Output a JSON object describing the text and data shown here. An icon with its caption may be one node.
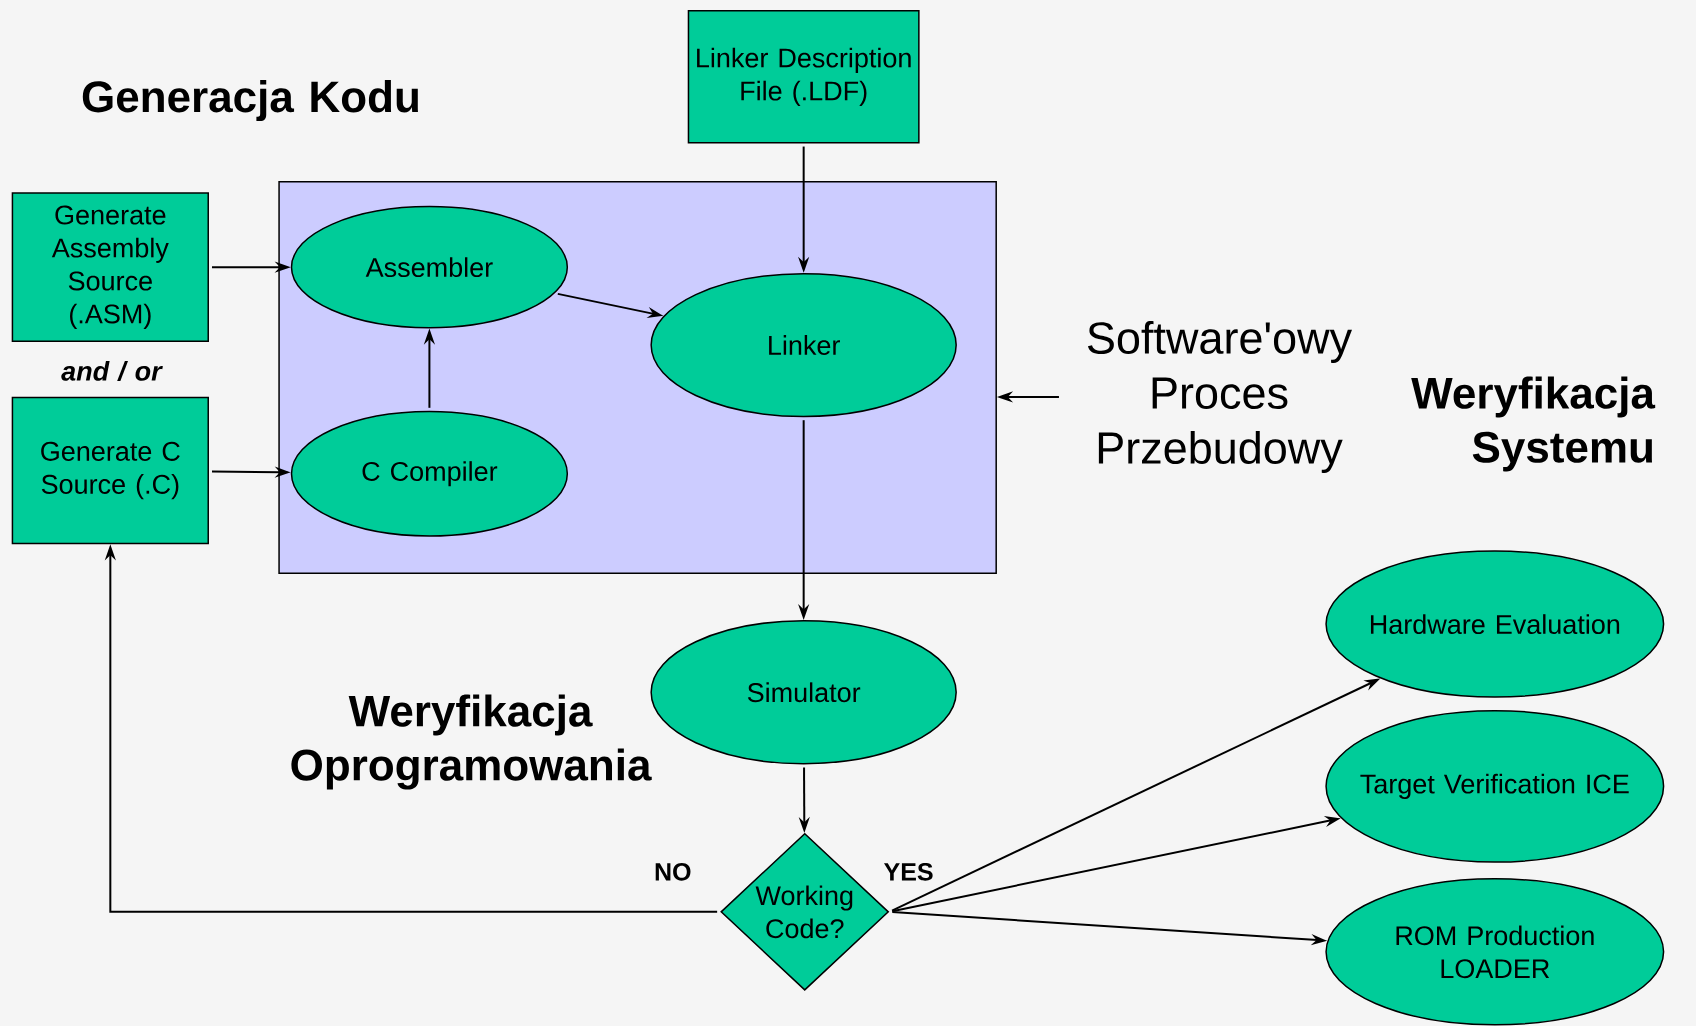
{
  "diagram": {
    "nodes": [
      {
        "text": [
          "Linker Description File (.LDF)"
        ]
      },
      {
        "text": [
          "Generate Assembly Source (.ASM)"
        ]
      },
      {
        "text": [
          "Generate C Source (.C)"
        ]
      },
      {
        "text": [],
        "shape": "box"
      },
      {
        "text": [
          "Assembler"
        ],
        "in": 3
      },
      {
        "text": [
          "C Compiler"
        ],
        "in": 3
      },
      {
        "text": [
          "Linker"
        ],
        "in": 3
      },
      {
        "text": [
          "Software'owy Proces Przebudowy"
        ]
      },
      {
        "text": [
          "Simulator"
        ]
      },
      {
        "text": [
          "Working Code?"
        ]
      },
      {
        "text": [
          "Hardware Evaluation"
        ]
      },
      {
        "text": [
          "Target Verification ICE"
        ]
      },
      {
        "text": [
          "ROM Production LOADER"
        ]
      }
    ],
    "edges": [
      {
        "from": 0,
        "to": 6,
        "arrow": "to"
      },
      {
        "from": 1,
        "to": 4,
        "arrow": "to"
      },
      {
        "from": 2,
        "to": 5,
        "arrow": "to"
      },
      {
        "from": 5,
        "to": 4,
        "arrow": "to"
      },
      {
        "from": 4,
        "to": 6,
        "arrow": "to"
      },
      {
        "from": 7,
        "to": 3,
        "arrow": "to"
      },
      {
        "from": 6,
        "to": 8,
        "arrow": "to"
      },
      {
        "from": 8,
        "to": 9,
        "arrow": "to"
      },
      {
        "from": 9,
        "to": 2,
        "arrow": "to",
        "label": "NO"
      },
      {
        "from": 9,
        "to": 10,
        "arrow": "to",
        "label": "YES"
      },
      {
        "from": 9,
        "to": 11,
        "arrow": "to"
      },
      {
        "from": 9,
        "to": 12,
        "arrow": "to"
      }
    ],
    "labels": [
      "Generacja Kodu",
      "and / or",
      "Weryfikacja Oprogramowania",
      "Weryfikacja Systemu"
    ]
  }
}
